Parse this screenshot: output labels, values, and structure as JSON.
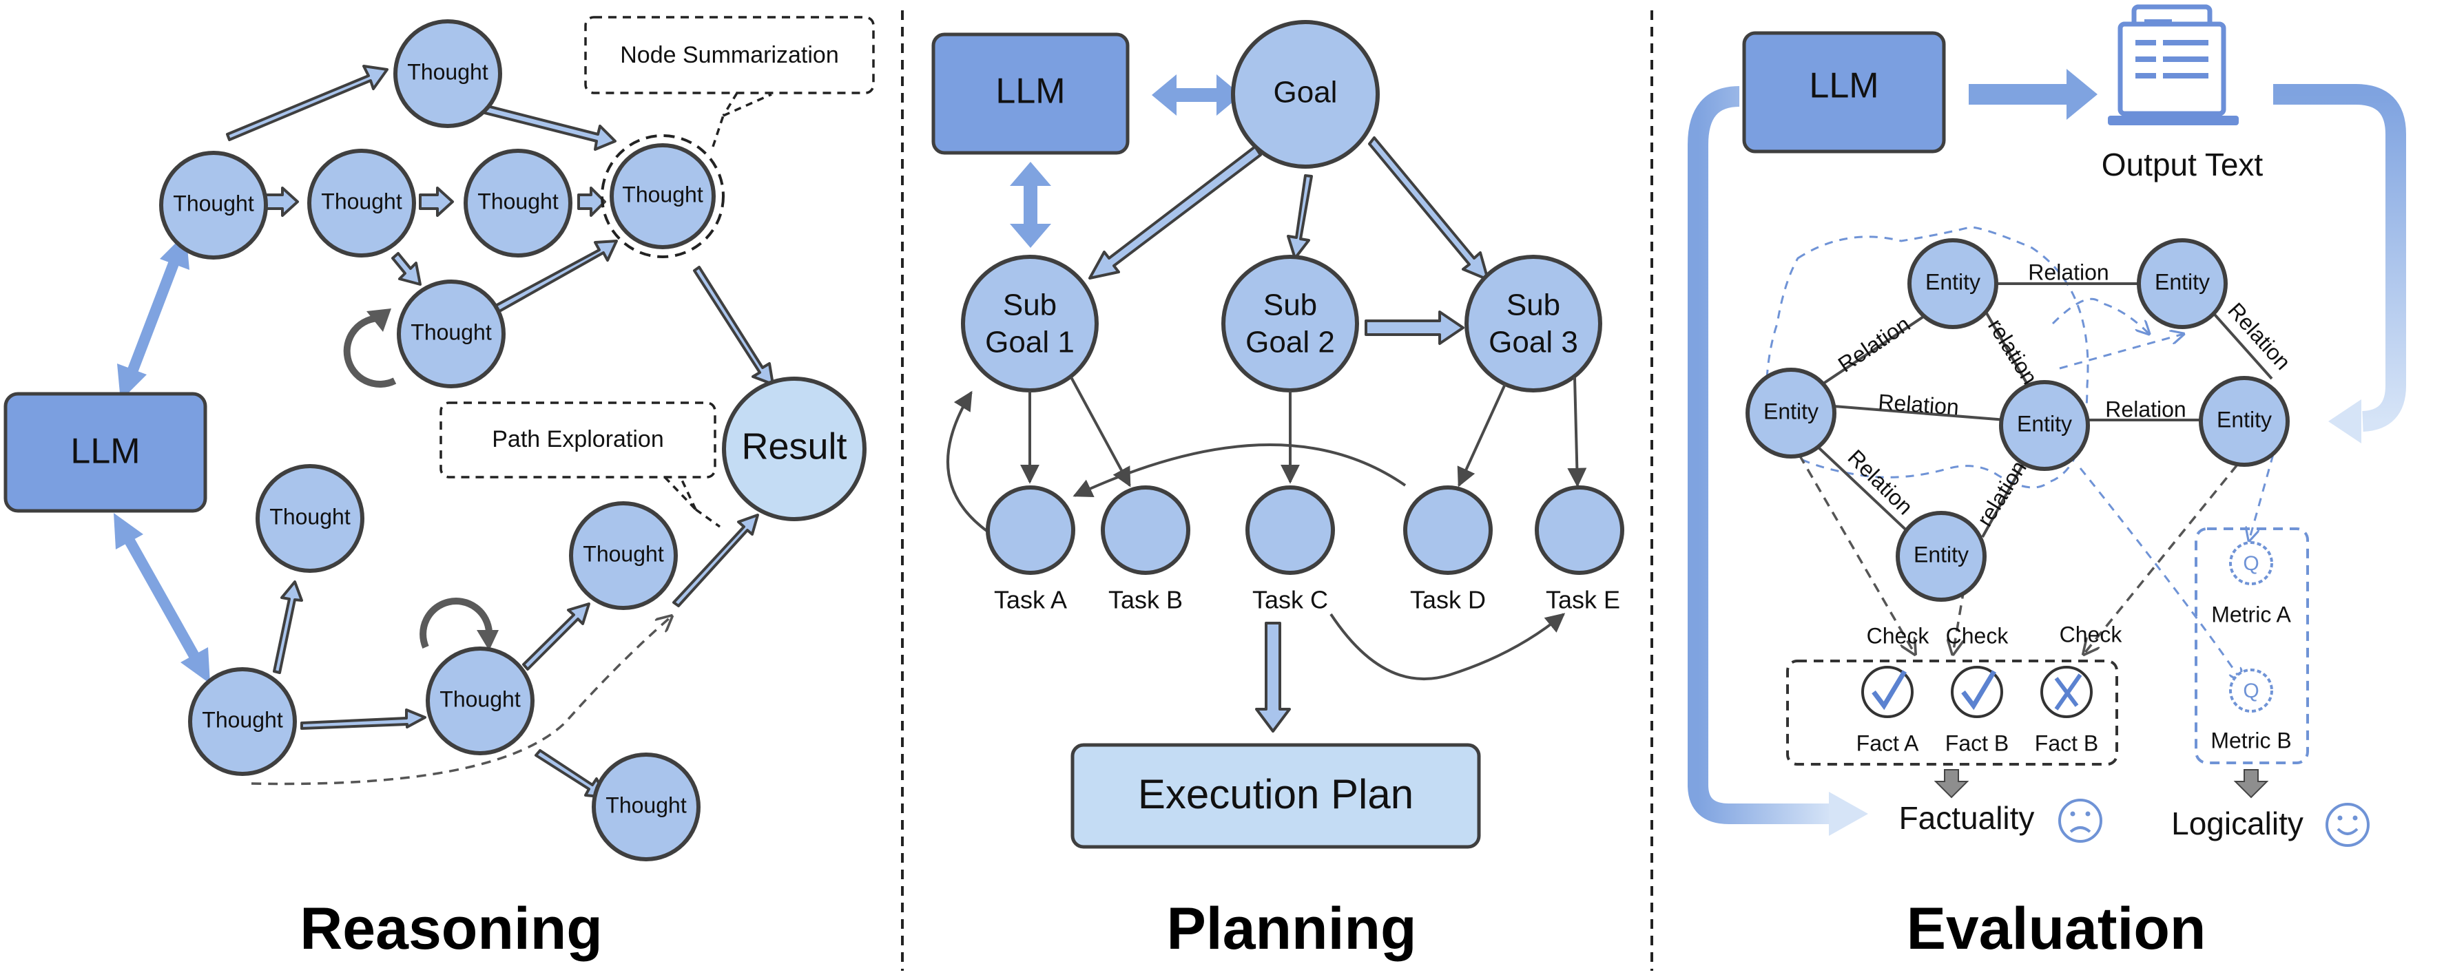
{
  "reasoning": {
    "title": "Reasoning",
    "llm": "LLM",
    "thought": "Thought",
    "result": "Result",
    "node_summarization": "Node Summarization",
    "path_exploration": "Path Exploration"
  },
  "planning": {
    "title": "Planning",
    "llm": "LLM",
    "goal": "Goal",
    "sub_goal_1": [
      "Sub",
      "Goal 1"
    ],
    "sub_goal_2": [
      "Sub",
      "Goal 2"
    ],
    "sub_goal_3": [
      "Sub",
      "Goal 3"
    ],
    "tasks": [
      "Task A",
      "Task B",
      "Task C",
      "Task D",
      "Task E"
    ],
    "execution_plan": "Execution Plan"
  },
  "evaluation": {
    "title": "Evaluation",
    "llm": "LLM",
    "output_text": "Output Text",
    "entity": "Entity",
    "relation": "Relation",
    "relation_lower": "relation",
    "check": "Check",
    "facts": [
      "Fact A",
      "Fact B",
      "Fact B"
    ],
    "metric_a": "Metric A",
    "metric_b": "Metric B",
    "metric_icon_letter": "Q",
    "factuality": "Factuality",
    "logicality": "Logicality"
  },
  "colors": {
    "node_fill": "#a9c4ec",
    "llm_fill": "#7b9fe0",
    "accent": "#7fa3e0",
    "result_fill": "#c4dcf4"
  }
}
